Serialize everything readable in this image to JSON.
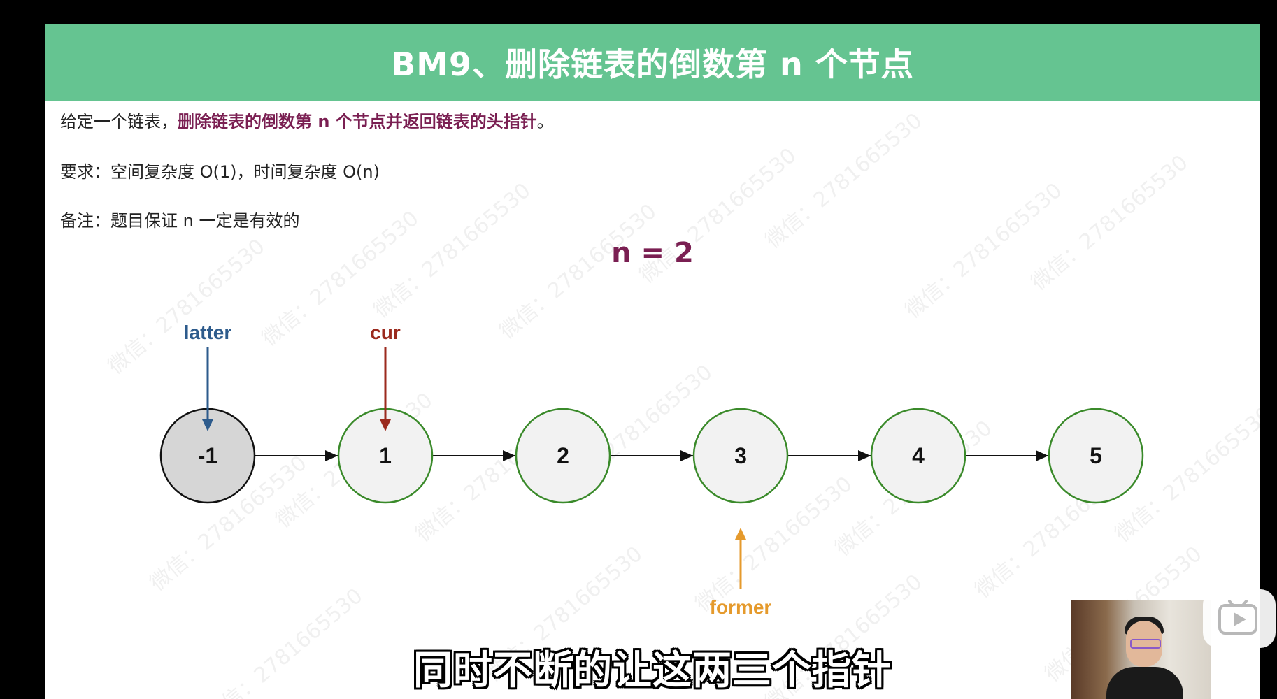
{
  "slide": {
    "title": "BM9、删除链表的倒数第 n 个节点",
    "description": {
      "prefix": "给定一个链表，",
      "highlight": "删除链表的倒数第 n 个节点并返回链表的头指针",
      "suffix": "。"
    },
    "requirement": "要求：空间复杂度 O(1)，时间复杂度 O(n)",
    "note": "备注：题目保证 n 一定是有效的",
    "n_label": "n = 2"
  },
  "linked_list": {
    "nodes": [
      {
        "value": "-1",
        "style": "dummy"
      },
      {
        "value": "1",
        "style": "normal"
      },
      {
        "value": "2",
        "style": "normal"
      },
      {
        "value": "3",
        "style": "normal"
      },
      {
        "value": "4",
        "style": "normal"
      },
      {
        "value": "5",
        "style": "normal"
      }
    ],
    "pointers": [
      {
        "label": "latter",
        "node_index": 0,
        "direction": "down",
        "color": "#2d5b8c"
      },
      {
        "label": "cur",
        "node_index": 1,
        "direction": "down",
        "color": "#9b2a1e"
      },
      {
        "label": "former",
        "node_index": 3,
        "direction": "up",
        "color": "#e59a2c"
      }
    ]
  },
  "watermark_text": "微信：2781665530",
  "subtitle": "同时不断的让这两三个指针",
  "colors": {
    "title_bar": "#65c491",
    "highlight": "#7a1f52",
    "node_border": "#3a8a2a",
    "node_fill": "#f2f2f2",
    "dummy_fill": "#d6d6d6"
  }
}
